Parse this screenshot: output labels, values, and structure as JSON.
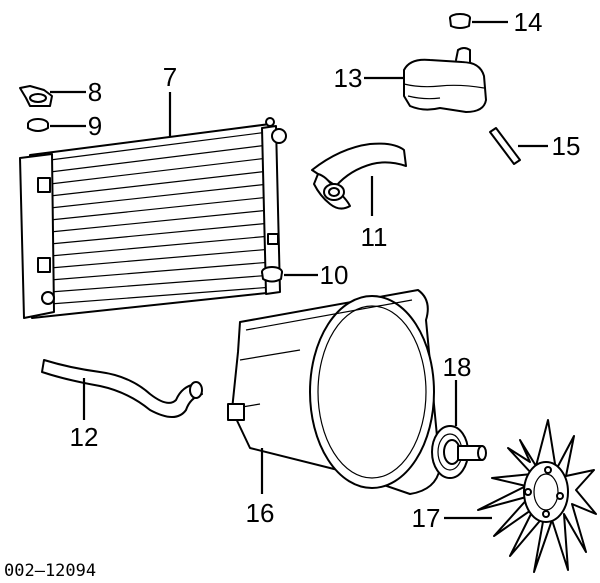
{
  "labels": {
    "n7": "7",
    "n8": "8",
    "n9": "9",
    "n10": "10",
    "n11": "11",
    "n12": "12",
    "n13": "13",
    "n14": "14",
    "n15": "15",
    "n16": "16",
    "n17": "17",
    "n18": "18"
  },
  "figure_code": "002–12094"
}
